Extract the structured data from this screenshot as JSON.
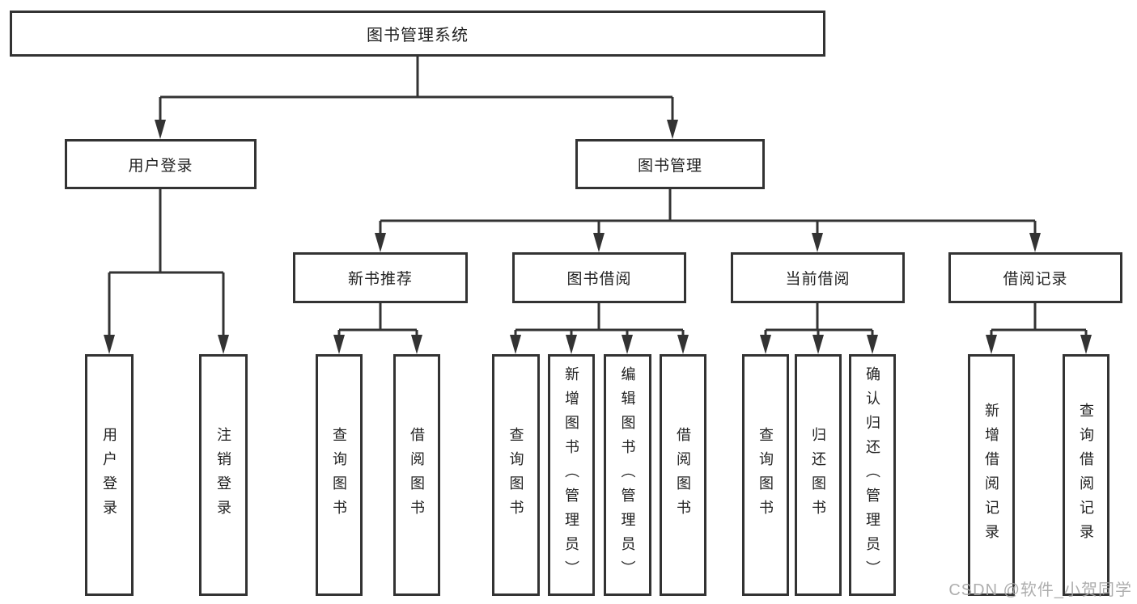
{
  "diagram": {
    "root": {
      "label": "图书管理系统"
    },
    "branches": [
      {
        "label": "用户登录",
        "children": [
          {
            "label": "用户登录"
          },
          {
            "label": "注销登录"
          }
        ]
      },
      {
        "label": "图书管理",
        "children": [
          {
            "label": "新书推荐",
            "children": [
              {
                "label": "查询图书"
              },
              {
                "label": "借阅图书"
              }
            ]
          },
          {
            "label": "图书借阅",
            "children": [
              {
                "label": "查询图书"
              },
              {
                "label": "新增图书（管理员）"
              },
              {
                "label": "编辑图书（管理员）"
              },
              {
                "label": "借阅图书"
              }
            ]
          },
          {
            "label": "当前借阅",
            "children": [
              {
                "label": "查询图书"
              },
              {
                "label": "归还图书"
              },
              {
                "label": "确认归还（管理员）"
              }
            ]
          },
          {
            "label": "借阅记录",
            "children": [
              {
                "label": "新增借阅记录"
              },
              {
                "label": "查询借阅记录"
              }
            ]
          }
        ]
      }
    ]
  },
  "watermark": {
    "text": "CSDN @软件_小贺同学"
  },
  "colors": {
    "line": "#333333",
    "border": "#333333",
    "text": "#222222",
    "watermark": "#a5a5a5",
    "background": "#ffffff"
  }
}
